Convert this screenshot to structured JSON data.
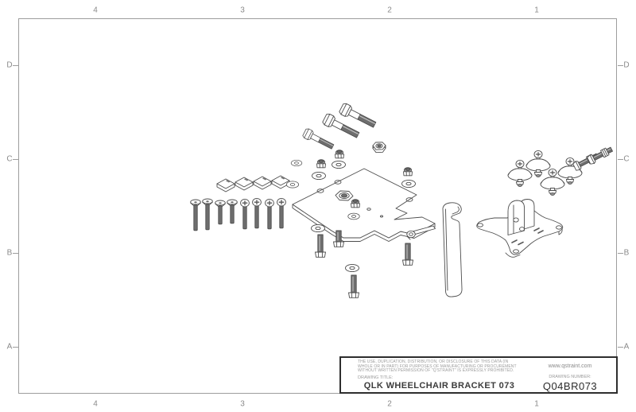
{
  "colors": {
    "line": "#4d4d4d",
    "frame": "#9d9d9d",
    "thread_fill": "#6e6e6e",
    "label_gray": "#8a8a8a",
    "text_dark": "#2b2b2b"
  },
  "zones": {
    "top": [
      "4",
      "3",
      "2",
      "1"
    ],
    "bottom": [
      "4",
      "3",
      "2",
      "1"
    ],
    "left": [
      "D",
      "C",
      "B",
      "A"
    ],
    "right": [
      "D",
      "C",
      "B",
      "A"
    ]
  },
  "title_block": {
    "legal_lines": [
      "THE USE, DUPLICATION, DISTRIBUTION, OR DISCLOSURE OF THIS DATA (IN",
      "WHOLE OR IN PART) FOR PURPOSES OF MANUFACTURING OR PROCUREMENT",
      "WITHOUT WRITTEN PERMISSION OF \"Q'STRAINT\" IS EXPRESSLY PROHIBITED."
    ],
    "drawing_title_label": "DRAWING TITLE:",
    "drawing_title": "QLK WHEELCHAIR BRACKET 073",
    "website": "www.qstraint.com",
    "drawing_number_label": "DRAWING NUMBER:",
    "drawing_number": "Q04BR073"
  },
  "parts": [
    {
      "name": "hex-head-bolt",
      "count": 3
    },
    {
      "name": "hex-nut",
      "count": 1
    },
    {
      "name": "nyloc-nut",
      "count": 6
    },
    {
      "name": "flat-washer",
      "count": 8
    },
    {
      "name": "mounting-plate",
      "count": 1
    },
    {
      "name": "square-spacer",
      "count": 4
    },
    {
      "name": "flat-head-screw",
      "count": 4
    },
    {
      "name": "button-head-screw",
      "count": 4
    },
    {
      "name": "long-hex-bolt",
      "count": 4
    },
    {
      "name": "release-arm",
      "count": 1
    },
    {
      "name": "hook-bracket",
      "count": 1
    },
    {
      "name": "isolator-mount",
      "count": 4
    },
    {
      "name": "threaded-stud-with-nut",
      "count": 2
    },
    {
      "name": "clevis-base-bracket",
      "count": 1
    }
  ]
}
